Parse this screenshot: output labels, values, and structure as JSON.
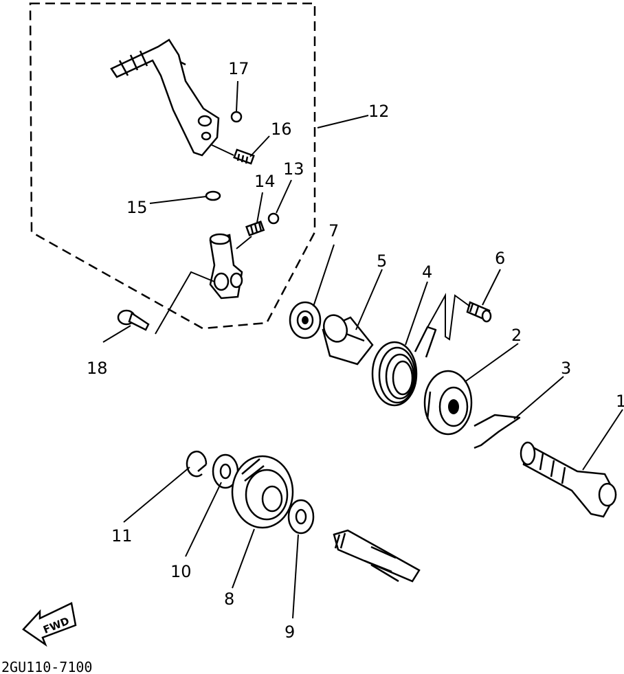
{
  "diagram": {
    "drawing_code": "2GU110-7100",
    "direction_label": "FWD",
    "part_numbers": [
      "1",
      "2",
      "3",
      "4",
      "5",
      "6",
      "7",
      "8",
      "9",
      "10",
      "11",
      "12",
      "13",
      "14",
      "15",
      "16",
      "17",
      "18"
    ]
  },
  "colors": {
    "ink": "#000000",
    "paper": "#ffffff"
  }
}
